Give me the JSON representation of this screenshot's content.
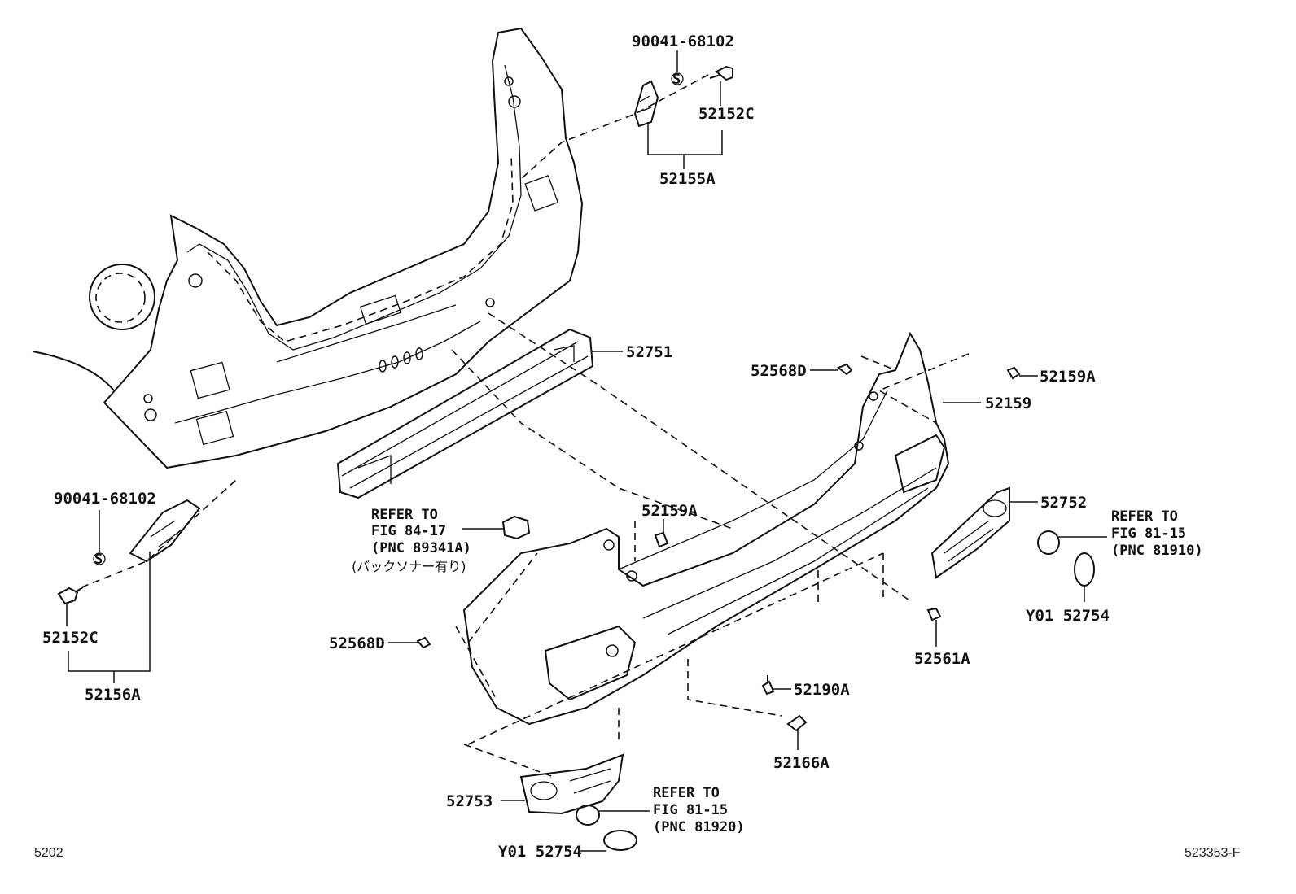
{
  "corner_left": "5202",
  "corner_right": "523353-F",
  "labels": {
    "p90041_top": "90041-68102",
    "p52152c_top": "52152C",
    "p52155a": "52155A",
    "p52751": "52751",
    "p52568d_top": "52568D",
    "p52159a_top": "52159A",
    "p52159": "52159",
    "p90041_left": "90041-68102",
    "p52152c_left": "52152C",
    "p52156a": "52156A",
    "refer1_l1": "REFER TO",
    "refer1_l2": "FIG 84-17",
    "refer1_l3": "(PNC 89341A)",
    "refer1_l4": "(バックソナー有り)",
    "p52159a_mid": "52159A",
    "p52752": "52752",
    "refer2_l1": "REFER TO",
    "refer2_l2": "FIG 81-15",
    "refer2_l3": "(PNC 81910)",
    "y01_right": "Y01 52754",
    "p52568d_left": "52568D",
    "p52561a": "52561A",
    "p52190a": "52190A",
    "p52166a": "52166A",
    "p52753": "52753",
    "refer3_l1": "REFER TO",
    "refer3_l2": "FIG 81-15",
    "refer3_l3": "(PNC 81920)",
    "y01_bottom": "Y01 52754",
    "symbol_s": "S"
  }
}
